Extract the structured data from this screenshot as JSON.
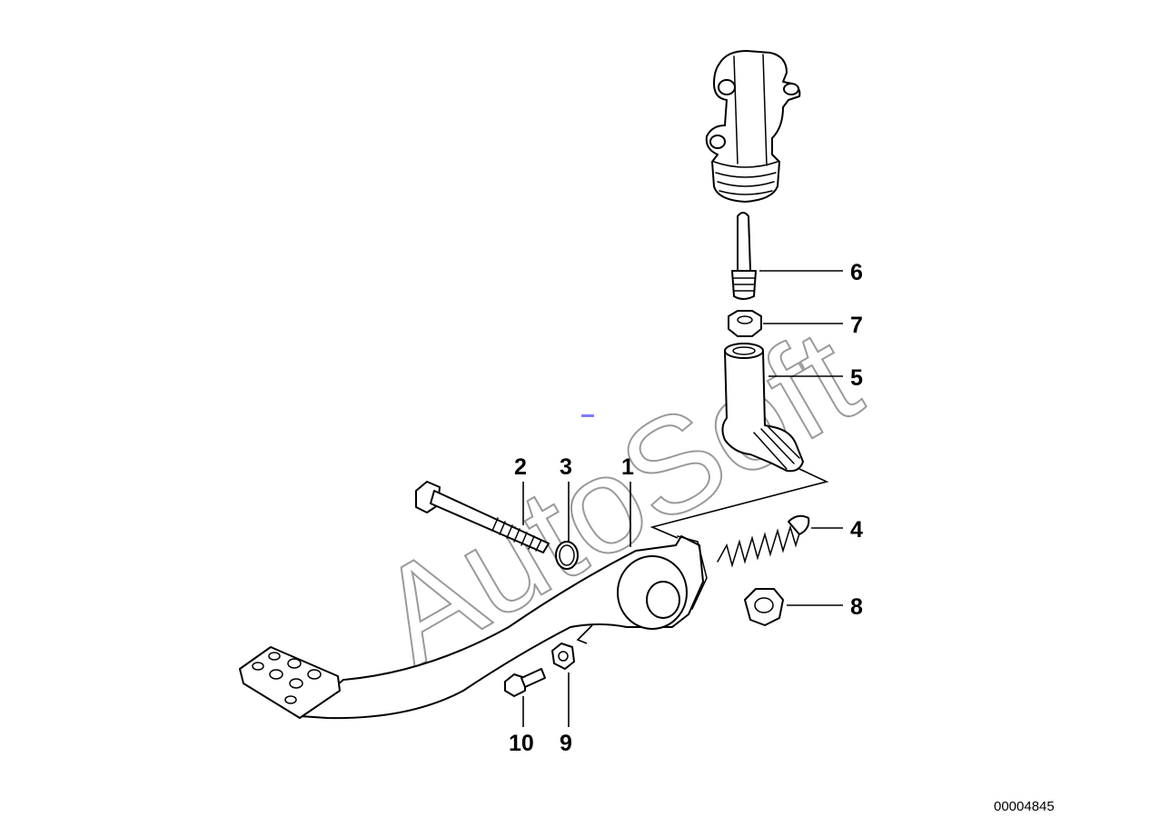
{
  "diagram": {
    "watermark": "AutoSoft",
    "document_number": "00004845",
    "callouts": [
      {
        "id": "1",
        "label": "1"
      },
      {
        "id": "2",
        "label": "2"
      },
      {
        "id": "3",
        "label": "3"
      },
      {
        "id": "4",
        "label": "4"
      },
      {
        "id": "5",
        "label": "5"
      },
      {
        "id": "6",
        "label": "6"
      },
      {
        "id": "7",
        "label": "7"
      },
      {
        "id": "8",
        "label": "8"
      },
      {
        "id": "9",
        "label": "9"
      },
      {
        "id": "10",
        "label": "10"
      }
    ],
    "colors": {
      "line": "#000000",
      "watermark_outline": "#9a9a9a",
      "marker": "#7b7bff"
    }
  }
}
